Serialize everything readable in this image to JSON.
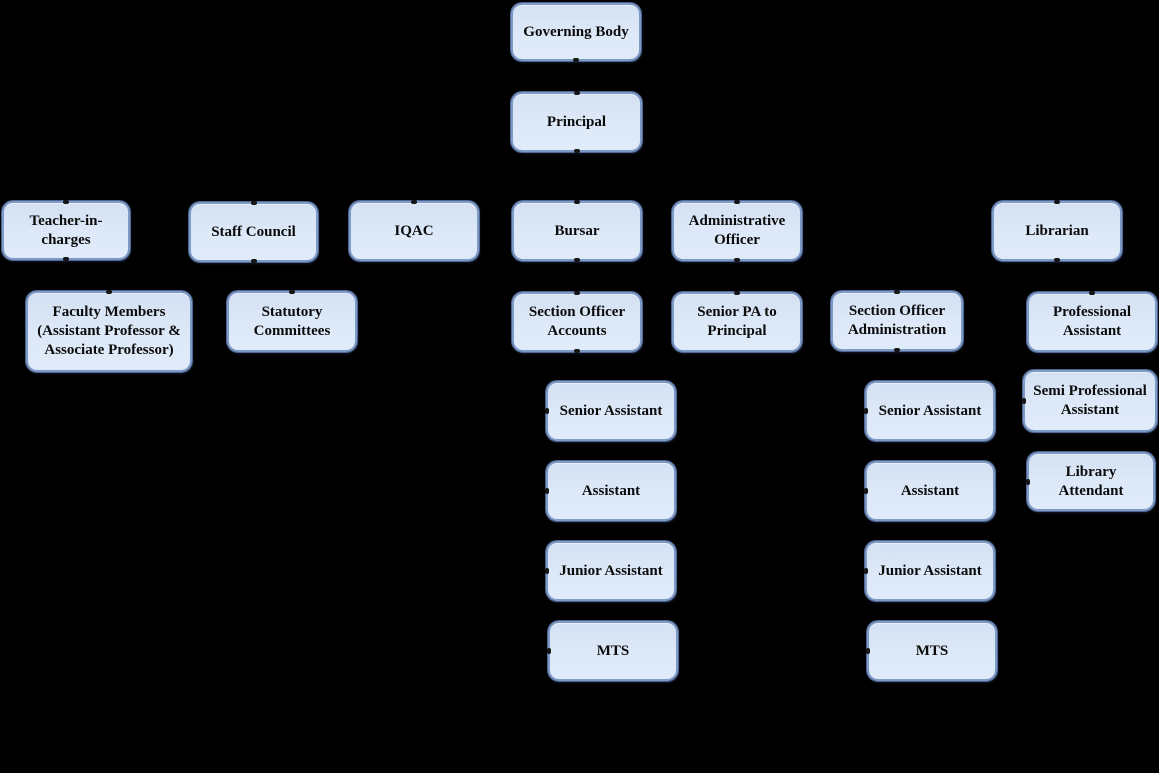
{
  "org_chart": {
    "background": "#000000",
    "node_style": {
      "fill": "#dce8f8",
      "border": "#7e9ac7",
      "text_color": "#0b0b0b"
    },
    "nodes": {
      "governing_body": {
        "label": "Governing Body"
      },
      "principal": {
        "label": "Principal"
      },
      "teacher_in_charges": {
        "label": "Teacher-in-\ncharges"
      },
      "staff_council": {
        "label": "Staff Council"
      },
      "iqac": {
        "label": "IQAC"
      },
      "bursar": {
        "label": "Bursar"
      },
      "administrative_officer": {
        "label": "Administrative\nOfficer"
      },
      "librarian": {
        "label": "Librarian"
      },
      "faculty_members": {
        "label": "Faculty Members\n(Assistant Professor &\nAssociate Professor)"
      },
      "statutory_committees": {
        "label": "Statutory\nCommittees"
      },
      "section_officer_accounts": {
        "label": "Section Officer\nAccounts"
      },
      "senior_pa_to_principal": {
        "label": "Senior PA to\nPrincipal"
      },
      "section_officer_administration": {
        "label": "Section Officer\nAdministration"
      },
      "professional_assistant": {
        "label": "Professional\nAssistant"
      },
      "semi_professional_assistant": {
        "label": "Semi Professional\nAssistant"
      },
      "library_attendant": {
        "label": "Library\nAttendant"
      },
      "senior_assistant_accounts": {
        "label": "Senior Assistant"
      },
      "assistant_accounts": {
        "label": "Assistant"
      },
      "junior_assistant_accounts": {
        "label": "Junior Assistant"
      },
      "mts_accounts": {
        "label": "MTS"
      },
      "senior_assistant_administration": {
        "label": "Senior Assistant"
      },
      "assistant_administration": {
        "label": "Assistant"
      },
      "junior_assistant_administration": {
        "label": "Junior Assistant"
      },
      "mts_administration": {
        "label": "MTS"
      }
    }
  }
}
